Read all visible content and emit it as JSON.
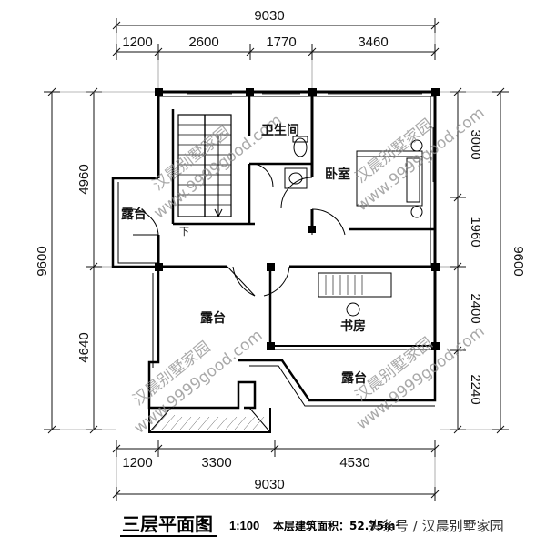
{
  "dimensions": {
    "top_total": "9030",
    "top_segments": [
      "1200",
      "2600",
      "1770",
      "3460"
    ],
    "bottom_segments": [
      "1200",
      "3300",
      "4530"
    ],
    "bottom_total": "9030",
    "left_total": "9600",
    "left_segments": [
      "4960",
      "4640"
    ],
    "right_total": "9600",
    "right_segments": [
      "3000",
      "1960",
      "2400",
      "2240"
    ]
  },
  "rooms": {
    "bathroom": "卫生间",
    "bedroom": "卧室",
    "terrace_left": "露台",
    "terrace_middle": "露台",
    "study": "书房",
    "terrace_bottom": "露台",
    "stair_down": "下"
  },
  "watermark": {
    "name": "汉晨别墅家园",
    "url": "www.9999good.com"
  },
  "title_block": {
    "title": "三层平面图",
    "scale": "1:100",
    "area_label": "本层建筑面积：52.75m²",
    "footer": "头条号 / 汉晨别墅家园"
  }
}
